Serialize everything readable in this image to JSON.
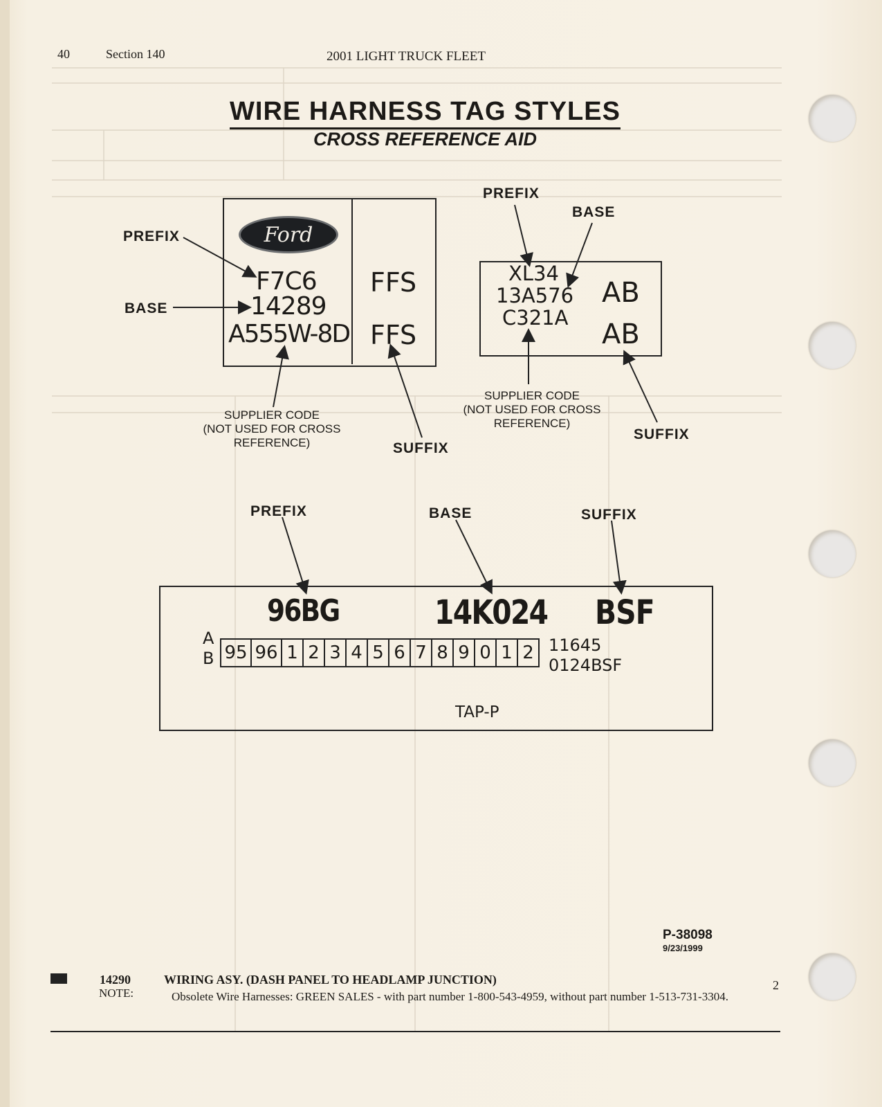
{
  "header": {
    "page_number": "40",
    "section": "Section 140",
    "publication": "2001 LIGHT TRUCK FLEET"
  },
  "title": {
    "main": "WIRE HARNESS TAG STYLES",
    "sub": "CROSS REFERENCE AID"
  },
  "tag1": {
    "logo": "Ford",
    "lines": [
      "F7C6",
      "14289",
      "A555W-8D"
    ],
    "right": [
      "FFS",
      "FFS"
    ],
    "labels": {
      "prefix": "PREFIX",
      "base": "BASE",
      "supplier": "SUPPLIER CODE\n(NOT USED FOR CROSS\nREFERENCE)",
      "suffix": "SUFFIX"
    }
  },
  "tag2": {
    "lines": [
      "XL34",
      "13A576",
      "C321A"
    ],
    "right": [
      "AB",
      "AB"
    ],
    "labels": {
      "prefix": "PREFIX",
      "base": "BASE",
      "supplier": "SUPPLIER CODE\n(NOT USED FOR CROSS\nREFERENCE)",
      "suffix": "SUFFIX"
    }
  },
  "tag3": {
    "prefix": "96BG",
    "base": "14K024",
    "suffix": "BSF",
    "row_a": "A",
    "row_b": "B",
    "cells": [
      "95",
      "96",
      "1",
      "2",
      "3",
      "4",
      "5",
      "6",
      "7",
      "8",
      "9",
      "0",
      "1",
      "2"
    ],
    "code_top": "11645",
    "code_bottom": "0124BSF",
    "tap": "TAP-P",
    "labels": {
      "prefix": "PREFIX",
      "base": "BASE",
      "suffix": "SUFFIX"
    }
  },
  "figure_id": {
    "number": "P-38098",
    "date": "9/23/1999"
  },
  "footer": {
    "part_no": "14290",
    "description": "WIRING ASY. (DASH PANEL TO HEADLAMP JUNCTION)",
    "qty": "2",
    "note_label": "NOTE:",
    "note_text": "Obsolete Wire Harnesses: GREEN SALES - with part number 1-800-543-4959, without part number 1-513-731-3304."
  }
}
